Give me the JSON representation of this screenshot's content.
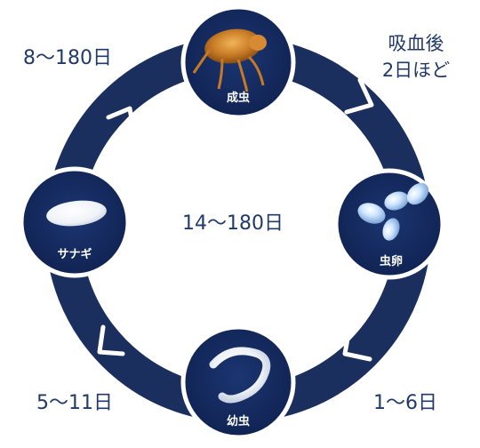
{
  "colors": {
    "ring": "#1b2f5e",
    "circle": "#13285a",
    "circle_border": "#ffffff",
    "text": "#213a6b",
    "stage_text": "#ffffff"
  },
  "center_label": "14〜180日",
  "stages": [
    {
      "label": "成虫",
      "icon": "adult-flea-icon"
    },
    {
      "label": "虫卵",
      "icon": "flea-eggs-icon"
    },
    {
      "label": "幼虫",
      "icon": "flea-larva-icon"
    },
    {
      "label": "サナギ",
      "icon": "flea-pupa-icon"
    }
  ],
  "durations": {
    "after_feeding_line1": "吸血後",
    "after_feeding_line2": "2日ほど",
    "egg_to_larva": "1〜6日",
    "larva_to_pupa": "5〜11日",
    "pupa_to_adult": "8〜180日"
  }
}
